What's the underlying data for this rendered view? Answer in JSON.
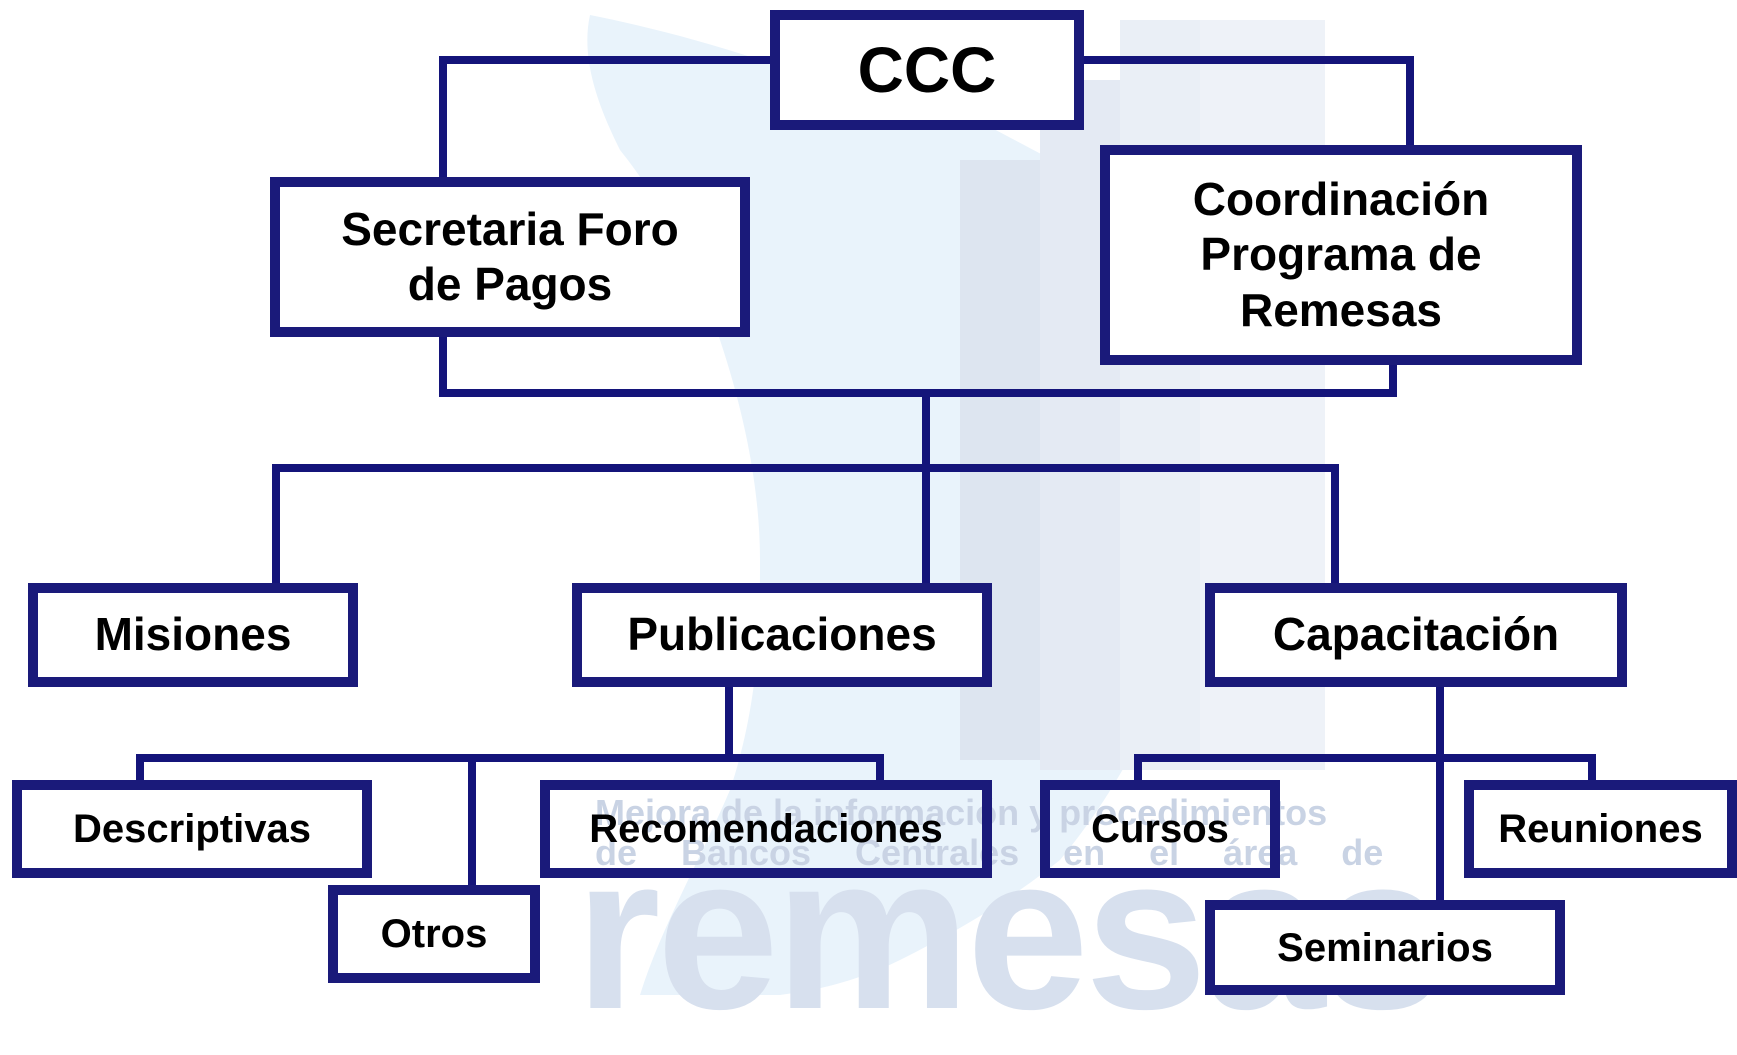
{
  "colors": {
    "border": "#1a1a7a",
    "connector": "#14147a",
    "watermark": "#d5dff0"
  },
  "watermark": {
    "line1": "Mejora de la información y procedimientos",
    "line2": "de Bancos Centrales en el área de",
    "big": "remesas"
  },
  "nodes": {
    "ccc": "CCC",
    "secretaria": "Secretaria Foro de Pagos",
    "coordinacion": "Coordinación Programa de Remesas",
    "misiones": "Misiones",
    "publicaciones": "Publicaciones",
    "capacitacion": "Capacitación",
    "descriptivas": "Descriptivas",
    "otros": "Otros",
    "recomendaciones": "Recomendaciones",
    "cursos": "Cursos",
    "seminarios": "Seminarios",
    "reuniones": "Reuniones"
  }
}
